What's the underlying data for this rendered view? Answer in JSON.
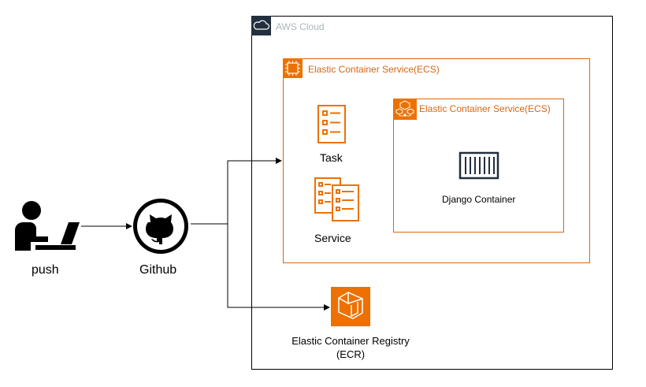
{
  "cloud": {
    "label": "AWS Cloud"
  },
  "ecs_cluster": {
    "label": "Elastic Container Service(ECS)"
  },
  "ecs_service_group": {
    "label": "Elastic Container Service(ECS)"
  },
  "nodes": {
    "task": "Task",
    "service": "Service",
    "django": "Django Container",
    "push": "push",
    "github": "Github",
    "ecr_line1": "Elastic Container Registry",
    "ecr_line2": "(ECR)"
  },
  "colors": {
    "aws_orange": "#ED7100",
    "group_border": "#D86613",
    "cloud_label": "#AAB7B8",
    "line": "#000000"
  },
  "icons": [
    "cloud-icon",
    "ecs-chip-icon",
    "ecs-service-icon",
    "task-icon",
    "service-icon",
    "container-icon",
    "user-laptop-icon",
    "github-icon",
    "ecr-icon"
  ]
}
